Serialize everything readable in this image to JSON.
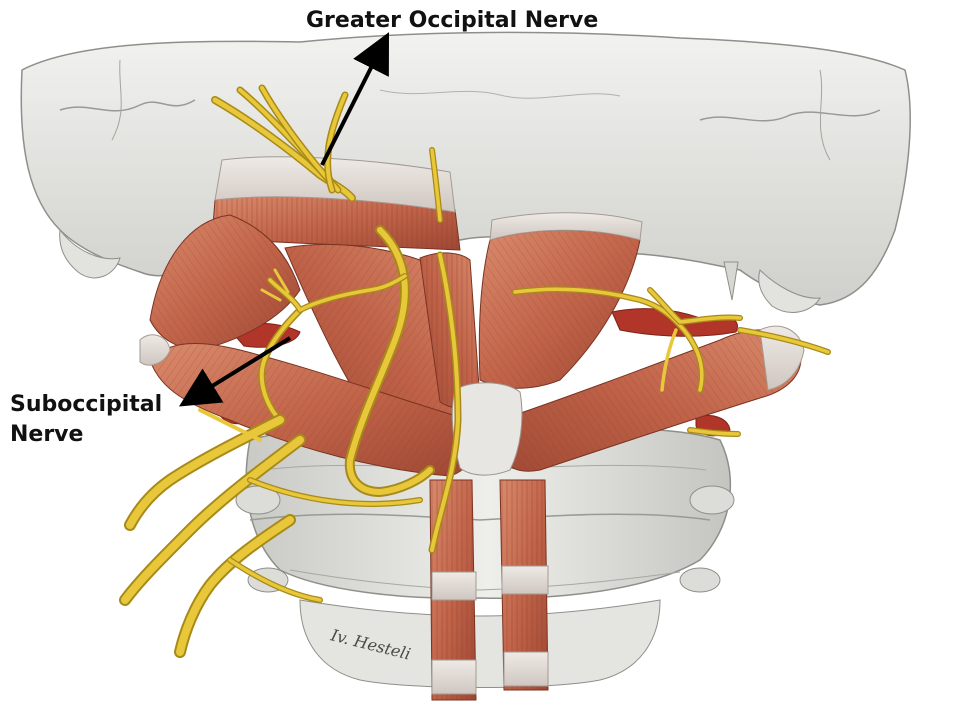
{
  "labels": {
    "greater_occipital": "Greater Occipital Nerve",
    "suboccipital_line1": "Suboccipital",
    "suboccipital_line2": "Nerve"
  },
  "signature": "Iv. Hesteli"
}
